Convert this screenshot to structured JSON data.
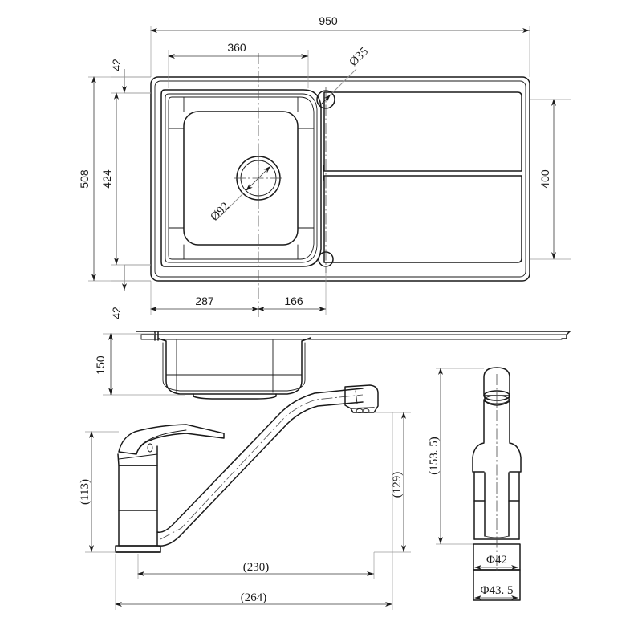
{
  "drawing": {
    "title": "Kitchen sink and mixer tap technical drawing",
    "units": "mm",
    "line_color": "#1a1a1a",
    "dim_line_color": "#8c8c8c",
    "background": "#ffffff"
  },
  "views": {
    "plan": {
      "name": "sink-plan-view",
      "dimensions": {
        "overall_width": "950",
        "overall_depth": "508",
        "bowl_width": "360",
        "bowl_depth": "424",
        "drainer_depth": "400",
        "rim_top": "42",
        "rim_bottom": "42",
        "waste_from_left": "287",
        "waste_to_bowl_edge": "166",
        "tap_hole_dia": "Ø35",
        "waste_hole_dia": "Ø92"
      }
    },
    "section": {
      "name": "sink-section-view",
      "dimensions": {
        "bowl_depth": "150"
      }
    },
    "tap_side": {
      "name": "tap-side-view",
      "dimensions": {
        "body_height": "(113)",
        "spout_height": "(129)",
        "spout_reach": "(230)",
        "overall_reach": "(264)"
      }
    },
    "tap_front": {
      "name": "tap-front-view",
      "dimensions": {
        "overall_height": "(153. 5)",
        "base_dia_upper": "Φ42",
        "base_dia_lower": "Φ43. 5"
      }
    }
  }
}
